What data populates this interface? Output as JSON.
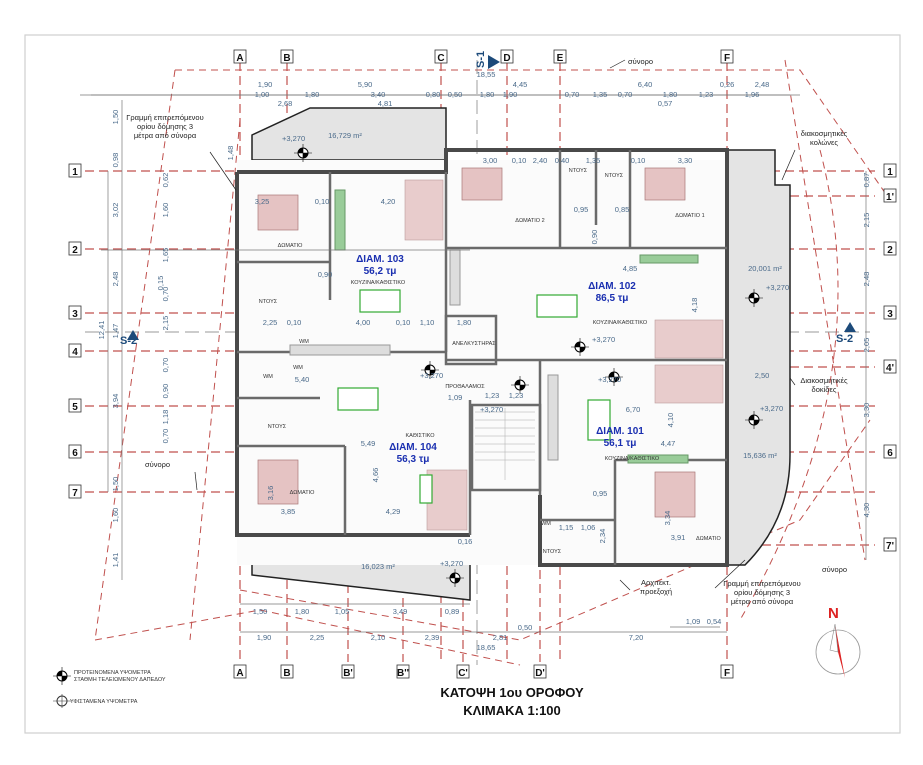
{
  "title": "ΚΑΤΟΨΗ 1ου ΟΡΟΦΟΥ",
  "scale": "ΚΛΙΜΑΚΑ 1:100",
  "legend": {
    "proposed_line1": "ΠΡΟΤΕΙΝΟΜΕΝΑ ΥΨΟΜΕΤΡΑ",
    "proposed_line2": "ΣΤΑΘΜΗ ΤΕΛΕΙΩΜΕΝΟΥ ΔΑΠΕΔΟΥ",
    "existing": "ΥΦΙΣΤΑΜΕΝΑ ΥΨΟΜΕΤΡΑ"
  },
  "grid": {
    "top": [
      "A",
      "B",
      "C",
      "D",
      "E",
      "F"
    ],
    "bottom": [
      "A",
      "B",
      "B'",
      "B''",
      "C'",
      "D'",
      "F"
    ],
    "left": [
      "1",
      "2",
      "3",
      "4",
      "5",
      "6",
      "7"
    ],
    "right": [
      "1",
      "1'",
      "2",
      "3",
      "4'",
      "6",
      "7'"
    ]
  },
  "sections": {
    "s1": "S-1",
    "s2": "S-2"
  },
  "apartments": [
    {
      "name": "ΔΙΑΜ. 103",
      "area": "56,2 τμ"
    },
    {
      "name": "ΔΙΑΜ. 102",
      "area": "86,5 τμ"
    },
    {
      "name": "ΔΙΑΜ. 101",
      "area": "56,1 τμ"
    },
    {
      "name": "ΔΙΑΜ. 104",
      "area": "56,3 τμ"
    }
  ],
  "rooms": [
    "ΔΩΜΑΤΙΟ",
    "ΚΟΥΖΙΝΑ/ΚΑΘΙΣΤΙΚΟ",
    "ΝΤΟΥΣ",
    "ΔΩΜΑΤΙΟ 2",
    "ΝΤΟΥΣ",
    "ΝΤΟΥΣ",
    "ΔΩΜΑΤΙΟ 1",
    "ΚΟΥΖΙΝΑ/ΚΑΘΙΣΤΙΚΟ",
    "ΑΝΕΛΚΥΣΤΗΡΑΣ",
    "ΠΡΟΘΑΛΑΜΟΣ",
    "ΚΑΘΙΣΤΙΚΟ",
    "ΝΤΟΥΣ",
    "ΔΩΜΑΤΙΟ",
    "ΚΟΥΖΙΝΑ/ΚΑΘΙΣΤΙΚΟ",
    "ΝΤΟΥΣ",
    "ΔΩΜΑΤΙΟ",
    "WM",
    "WM",
    "WM",
    "WM"
  ],
  "balconies": [
    "16,729 m²",
    "20,001 m²",
    "15,636 m²",
    "16,023 m²"
  ],
  "elevations": [
    "+3,270",
    "+3,270",
    "+3,270",
    "+3,270",
    "+3,270",
    "+3,270",
    "+3,270",
    "+3,270"
  ],
  "annotations": {
    "boundary": [
      "σύνορο",
      "σύνορο",
      "σύνορο"
    ],
    "setback_left": [
      "Γραμμή επιτρεπόμενου",
      "ορίου δόμησης 3",
      "μέτρα από σύνορα"
    ],
    "setback_right": [
      "Γραμμή επιτρεπόμενου",
      "ορίου δόμησης 3",
      "μέτρα από σύνορα"
    ],
    "columns": [
      "διακοσμητικές",
      "κολώνες"
    ],
    "beams": [
      "Διακοσμητικές",
      "δοκίδες"
    ],
    "projection": [
      "Αρχιτεκτ.",
      "προεξοχή"
    ],
    "north": "N"
  },
  "dimensions": {
    "top": [
      "18,55",
      "1,90",
      "5,90",
      "4,45",
      "6,40",
      "0,26",
      "2,48",
      "1,00",
      "1,80",
      "3,40",
      "0,80",
      "0,50",
      "1,80",
      "1,90",
      "0,70",
      "1,35",
      "0,70",
      "1,80",
      "1,23",
      "1,96",
      "2,68",
      "4,81",
      "0,57"
    ],
    "bottom": [
      "1,50",
      "1,80",
      "1,05",
      "3,49",
      "0,89",
      "1,90",
      "2,25",
      "2,10",
      "2,39",
      "2,81",
      "7,20",
      "18,65",
      "0,50",
      "1,09",
      "0,54"
    ],
    "left": [
      "1,50",
      "0,98",
      "3,02",
      "2,48",
      "1,47",
      "3,94",
      "1,50",
      "1,60",
      "1,41",
      "12,41",
      "0,62",
      "1,60",
      "1,65",
      "0,15",
      "0,70",
      "2,15",
      "0,70",
      "0,90",
      "1,18",
      "0,70"
    ],
    "right": [
      "0,87",
      "2,15",
      "2,48",
      "2,05",
      "3,30",
      "4,30",
      "1,48"
    ],
    "interior": [
      "3,25",
      "0,10",
      "4,20",
      "3,00",
      "0,10",
      "2,40",
      "0,40",
      "1,35",
      "0,10",
      "3,30",
      "0,90",
      "0,95",
      "0,85",
      "0,90",
      "4,85",
      "4,18",
      "2,25",
      "0,10",
      "4,00",
      "0,10",
      "1,10",
      "1,80",
      "5,40",
      "5,49",
      "4,66",
      "3,85",
      "4,29",
      "3,16",
      "6,70",
      "4,10",
      "4,47",
      "3,34",
      "3,91",
      "0,95",
      "1,15",
      "1,06",
      "2,34",
      "2,50",
      "1,09",
      "0,16",
      "1,23",
      "1,23"
    ]
  }
}
